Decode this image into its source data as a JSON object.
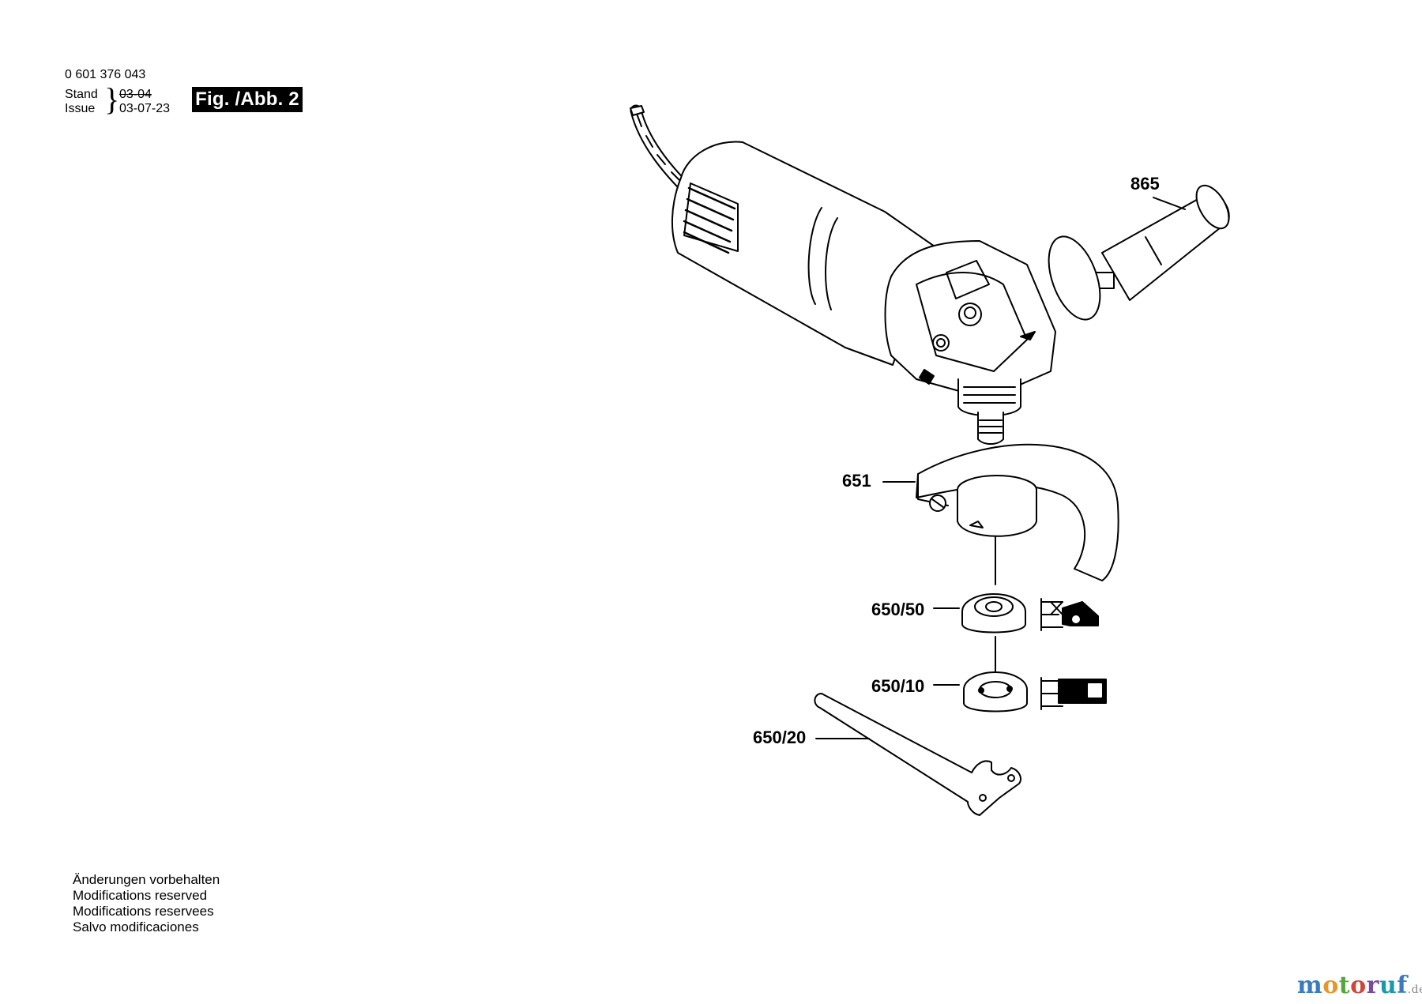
{
  "header": {
    "part_number": "0 601 376 043",
    "stand_label": "Stand",
    "issue_label": "Issue",
    "stand_date": "03-04",
    "issue_date": "03-07-23",
    "figure_badge": "Fig. /Abb. 2"
  },
  "callouts": {
    "handle": "865",
    "guard": "651",
    "inner_flange": "650/50",
    "clamping_nut": "650/10",
    "spanner": "650/20"
  },
  "notes": [
    "Änderungen vorbehalten",
    "Modifications reserved",
    "Modifications reservees",
    "Salvo modificaciones"
  ],
  "watermark": {
    "parts": [
      "m",
      "o",
      "t",
      "o",
      "r",
      "u",
      "f"
    ],
    "suffix": ".de"
  }
}
